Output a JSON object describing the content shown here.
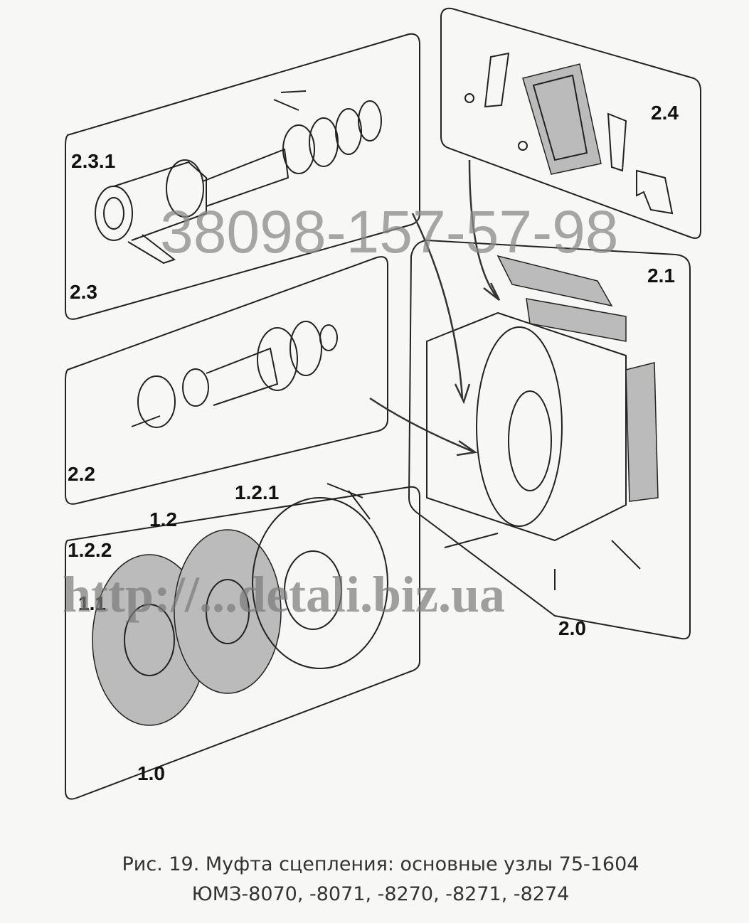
{
  "labels": {
    "l_2_3_1": "2.3.1",
    "l_2_3": "2.3",
    "l_2_4": "2.4",
    "l_2_1": "2.1",
    "l_2_2": "2.2",
    "l_1_2_1": "1.2.1",
    "l_1_2": "1.2",
    "l_1_2_2": "1.2.2",
    "l_1_1": "1.1",
    "l_2_0": "2.0",
    "l_1_0": "1.0"
  },
  "watermarks": {
    "phone": "38098-157-57-98",
    "site": "http://...detali.biz.ua"
  },
  "caption": {
    "line1": "Рис. 19. Муфта сцепления: основные узлы 75-1604",
    "line2": "ЮМЗ-8070, -8071, -8270, -8271, -8274"
  }
}
